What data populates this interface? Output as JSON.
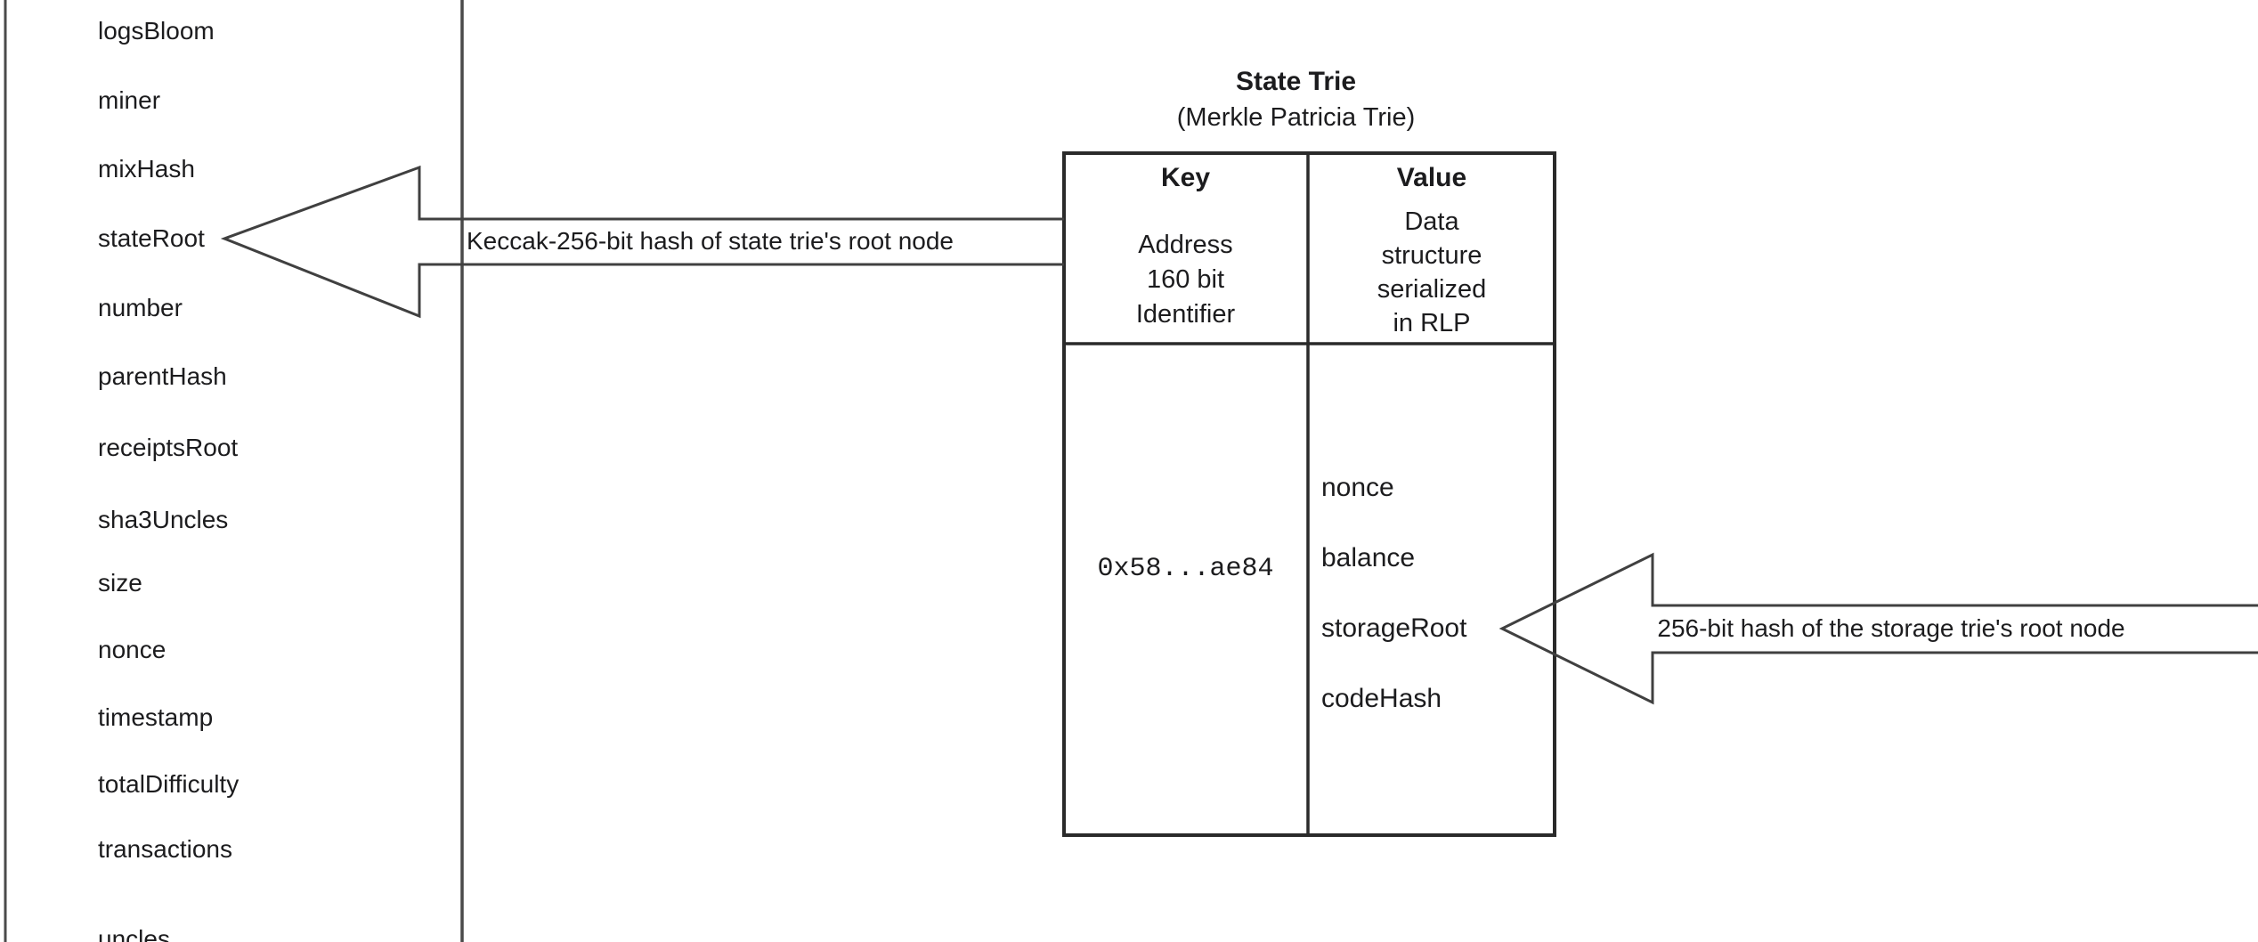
{
  "diagram": {
    "block_header_fields": [
      "logsBloom",
      "miner",
      "mixHash",
      "stateRoot",
      "number",
      "parentHash",
      "receiptsRoot",
      "sha3Uncles",
      "size",
      "nonce",
      "timestamp",
      "totalDifficulty",
      "transactions",
      "uncles"
    ],
    "state_trie": {
      "title": "State Trie",
      "subtitle": "(Merkle Patricia Trie)",
      "columns": [
        {
          "header": "Key",
          "description_lines": [
            "Address",
            "160 bit",
            "Identifier"
          ]
        },
        {
          "header": "Value",
          "description_lines": [
            "Data",
            "structure",
            "serialized",
            "in RLP"
          ]
        }
      ],
      "row": {
        "key": "0x58...ae84",
        "value_fields": [
          "nonce",
          "balance",
          "storageRoot",
          "codeHash"
        ]
      }
    },
    "annotations": {
      "stateRoot_arrow_label": "Keccak-256-bit hash of state trie's root node",
      "storageRoot_arrow_label": "256-bit hash of the storage trie's root node"
    },
    "colors": {
      "rule_line": "#4a4a4a",
      "arrow_line": "#404040",
      "table_border": "#2a2a2a",
      "text": "#1c1c1e",
      "background": "#ffffff"
    }
  }
}
